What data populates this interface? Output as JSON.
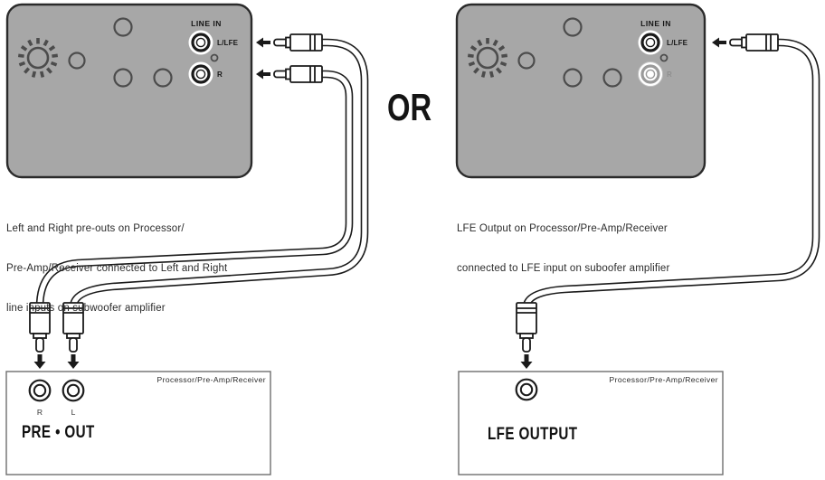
{
  "colors": {
    "panel_fill": "#a7a7a7",
    "panel_border": "#2a2a2a",
    "panel_detail": "#4c4c4c",
    "line": "#1a1a1a",
    "faded": "#9a9a9a",
    "faded_text": "#8f8f8f",
    "text": "#1d1d1d"
  },
  "divider": {
    "or_label": "OR"
  },
  "left_diagram": {
    "amp_panel": {
      "line_in_label": "LINE IN",
      "l_lfe_jack_label": "L/LFE",
      "r_jack_label": "R"
    },
    "caption_lines": [
      "Left and Right pre-outs on Processor/",
      "Pre-Amp/Receiver connected to Left and Right",
      "line inputs on subwoofer amplifier"
    ],
    "receiver_box": {
      "title": "Processor/Pre-Amp/Receiver",
      "r_jack_label": "R",
      "l_jack_label": "L",
      "output_label": "PRE • OUT"
    }
  },
  "right_diagram": {
    "amp_panel": {
      "line_in_label": "LINE IN",
      "l_lfe_jack_label": "L/LFE",
      "r_jack_label": "R"
    },
    "caption_lines": [
      "LFE Output on Processor/Pre-Amp/Receiver",
      "connected to LFE input on suboofer amplifier"
    ],
    "receiver_box": {
      "title": "Processor/Pre-Amp/Receiver",
      "output_label": "LFE OUTPUT"
    }
  }
}
